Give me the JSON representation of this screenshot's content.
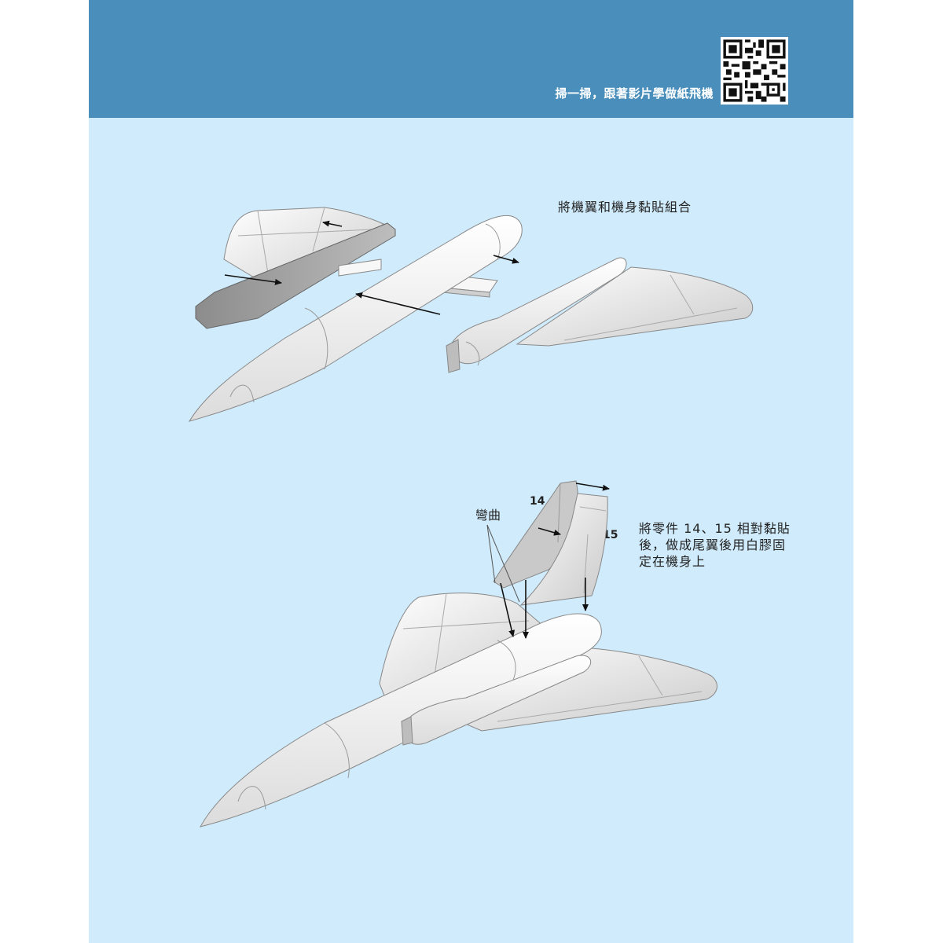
{
  "header": {
    "caption": "掃一掃，跟著影片學做紙飛機",
    "qr_icon": "qr-code-icon",
    "color": "#4a8fbb"
  },
  "background": "#d0ebfb",
  "step1": {
    "note": "將機翼和機身黏貼組合"
  },
  "step2": {
    "bend_label": "彎曲",
    "part_14": "14",
    "part_15": "15",
    "note_lines": [
      "將零件 14、15 相對黏貼",
      "後，做成尾翼後用白膠固",
      "定在機身上"
    ]
  }
}
